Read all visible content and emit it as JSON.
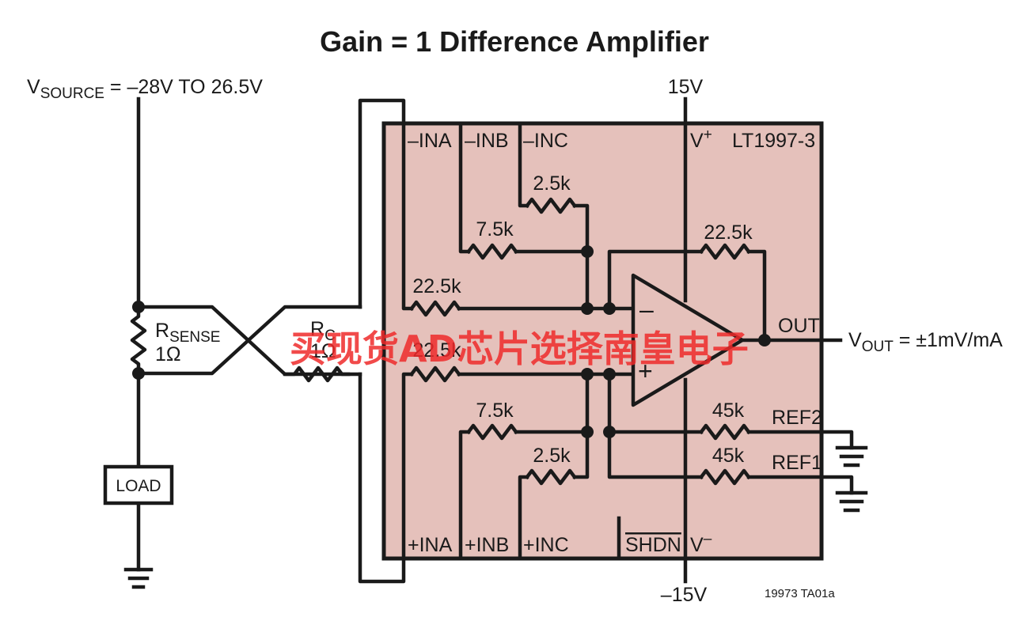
{
  "title": "Gain = 1 Difference Amplifier",
  "source": {
    "prefix": "V",
    "sub": "SOURCE",
    "value": " = –28V TO 26.5V"
  },
  "supply": {
    "pos": "15V",
    "neg": "–15V"
  },
  "sense": {
    "prefix": "R",
    "sub": "SENSE",
    "value": "1Ω"
  },
  "rc": {
    "prefix": "R",
    "sub": "C",
    "value": "1Ω"
  },
  "load": "LOAD",
  "chip": {
    "name": "LT1997-3",
    "vplus": {
      "base": "V",
      "sup": "+"
    },
    "vminus": {
      "base": "V",
      "sup": "–"
    },
    "pins": {
      "ina_n": "–INA",
      "inb_n": "–INB",
      "inc_n": "–INC",
      "ina_p": "+INA",
      "inb_p": "+INB",
      "inc_p": "+INC",
      "shdn": "SHDN",
      "out": "OUT",
      "ref2": "REF2",
      "ref1": "REF1"
    },
    "resistors": {
      "r_inc_n": "2.5k",
      "r_inb_n": "7.5k",
      "r_ina_n": "22.5k",
      "r_fb": "22.5k",
      "r_ina_p": "22.5k",
      "r_inb_p": "7.5k",
      "r_inc_p": "2.5k",
      "r_ref2": "45k",
      "r_ref1": "45k"
    },
    "opamp": {
      "minus": "–",
      "plus": "+"
    }
  },
  "vout": {
    "prefix": "V",
    "sub": "OUT",
    "value": " = ±1mV/mA"
  },
  "figure_id": "19973 TA01a",
  "watermark": "买现货AD芯片选择南皇电子"
}
